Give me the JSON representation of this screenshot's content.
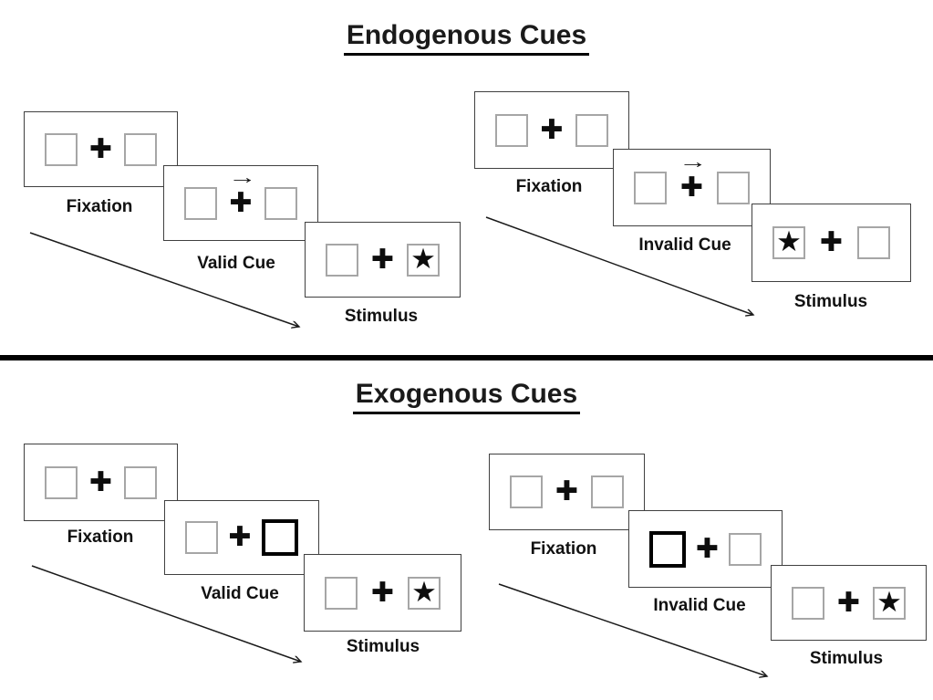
{
  "icons": {
    "plus": "✚",
    "star": "★",
    "cue_arrow": "→"
  },
  "colors": {
    "background": "#ffffff",
    "panel_border": "#404040",
    "box_border": "#a6a6a6",
    "cue_box_border": "#000000",
    "text": "#111111",
    "divider": "#000000"
  },
  "sections": [
    {
      "title": "Endogenous Cues",
      "groups": [
        {
          "name": "valid-sequence",
          "panels": [
            {
              "label": "Fixation",
              "left_box": "empty",
              "right_box": "empty",
              "cue": "none"
            },
            {
              "label": "Valid Cue",
              "left_box": "empty",
              "right_box": "empty",
              "cue": "central-arrow-right"
            },
            {
              "label": "Stimulus",
              "left_box": "empty",
              "right_box": "star",
              "cue": "none"
            }
          ]
        },
        {
          "name": "invalid-sequence",
          "panels": [
            {
              "label": "Fixation",
              "left_box": "empty",
              "right_box": "empty",
              "cue": "none"
            },
            {
              "label": "Invalid Cue",
              "left_box": "empty",
              "right_box": "empty",
              "cue": "central-arrow-right"
            },
            {
              "label": "Stimulus",
              "left_box": "star",
              "right_box": "empty",
              "cue": "none"
            }
          ]
        }
      ]
    },
    {
      "title": "Exogenous Cues",
      "groups": [
        {
          "name": "valid-sequence",
          "panels": [
            {
              "label": "Fixation",
              "left_box": "empty",
              "right_box": "empty",
              "cue": "none"
            },
            {
              "label": "Valid Cue",
              "left_box": "empty",
              "right_box": "highlight",
              "cue": "peripheral-right"
            },
            {
              "label": "Stimulus",
              "left_box": "empty",
              "right_box": "star",
              "cue": "none"
            }
          ]
        },
        {
          "name": "invalid-sequence",
          "panels": [
            {
              "label": "Fixation",
              "left_box": "empty",
              "right_box": "empty",
              "cue": "none"
            },
            {
              "label": "Invalid Cue",
              "left_box": "highlight",
              "right_box": "empty",
              "cue": "peripheral-left"
            },
            {
              "label": "Stimulus",
              "left_box": "empty",
              "right_box": "star",
              "cue": "none"
            }
          ]
        }
      ]
    }
  ]
}
